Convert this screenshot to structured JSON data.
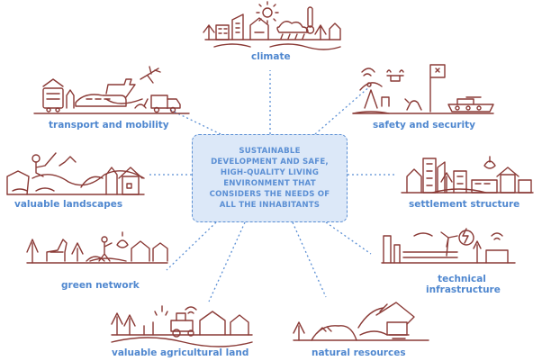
{
  "center": {
    "lines": [
      "SUSTAINABLE",
      "DEVELOPMENT AND SAFE,",
      "HIGH-QUALITY  LIVING",
      "ENVIRONMENT THAT",
      "CONSIDERS THE NEEDS OF",
      "ALL THE INHABITANTS"
    ]
  },
  "topics": {
    "climate": "climate",
    "transport": "transport and mobility",
    "safety": "safety and security",
    "landscapes": "valuable landscapes",
    "settlement": "settlement structure",
    "green": "green network",
    "technical_1": "technical",
    "technical_2": "infrastructure",
    "agricultural": "valuable agricultural land",
    "natural": "natural resources"
  },
  "colors": {
    "illustration": "#8a3a36",
    "accent": "#4f87cf",
    "box_fill": "#dce8f8"
  },
  "icons": {
    "climate": "sun-thermometer-rain-icon",
    "transport": "tram-train-ship-plane-truck-icon",
    "safety": "radar-drone-tank-flag-icon",
    "landscapes": "fisherman-hills-bird-house-icon",
    "settlement": "town-buildings-tractor-icon",
    "green": "horse-tree-person-icon",
    "technical": "factory-windturbine-pipes-icon",
    "agricultural": "tractor-fields-farm-icon",
    "natural": "excavator-rocks-icon"
  }
}
